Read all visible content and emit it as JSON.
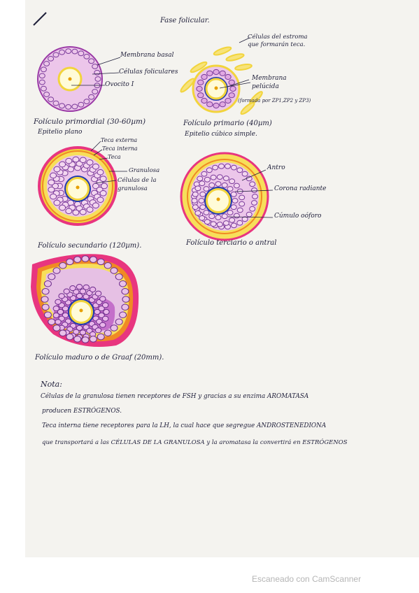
{
  "title": "Fase folicular.",
  "follicles": {
    "primordial": {
      "caption": "Folículo primordial (30-60µm)",
      "sub": "Epitelio plano",
      "labels": [
        "Membrana basal",
        "Células foliculares",
        "Ovocito I"
      ]
    },
    "primario": {
      "caption": "Folículo primario (40µm)",
      "sub": "Epitelio cúbico simple.",
      "labels": [
        "Células del estroma que formarán teca.",
        "Membrana pelúcida",
        "(formada por ZP1,ZP2 y ZP3)"
      ]
    },
    "secundario": {
      "caption": "Folículo secundario (120µm).",
      "labels": [
        "Teca externa",
        "Teca interna",
        "Teca",
        "Granulosa",
        "Células de la granulosa"
      ]
    },
    "terciario": {
      "caption": "Folículo terciario o antral",
      "labels": [
        "Antro",
        "Corona radiante",
        "Cúmulo oóforo"
      ]
    },
    "maduro": {
      "caption": "Folículo maduro o de Graaf (20mm)."
    }
  },
  "note": {
    "heading": "Nota:",
    "lines": [
      "Células de la granulosa tienen receptores de FSH y gracias a su enzima AROMATASA",
      "producen ESTRÓGENOS.",
      "Teca interna tiene receptores para la LH, la cual hace que segregue ANDROSTENEDIONA",
      "que transportará a las CÉLULAS DE LA GRANULOSA y la aromatasa la convertirá en ESTRÓGENOS"
    ]
  },
  "watermark": "Escaneado con CamScanner",
  "colors": {
    "paper": "#f4f3ef",
    "stroma": "#e9c3e6",
    "cells": "#7a3a9a",
    "granulosa": "#f2d43c",
    "pink": "#e8357f",
    "orange": "#f08a24",
    "blue": "#1e3ab0",
    "ink": "#1f1f3a"
  }
}
